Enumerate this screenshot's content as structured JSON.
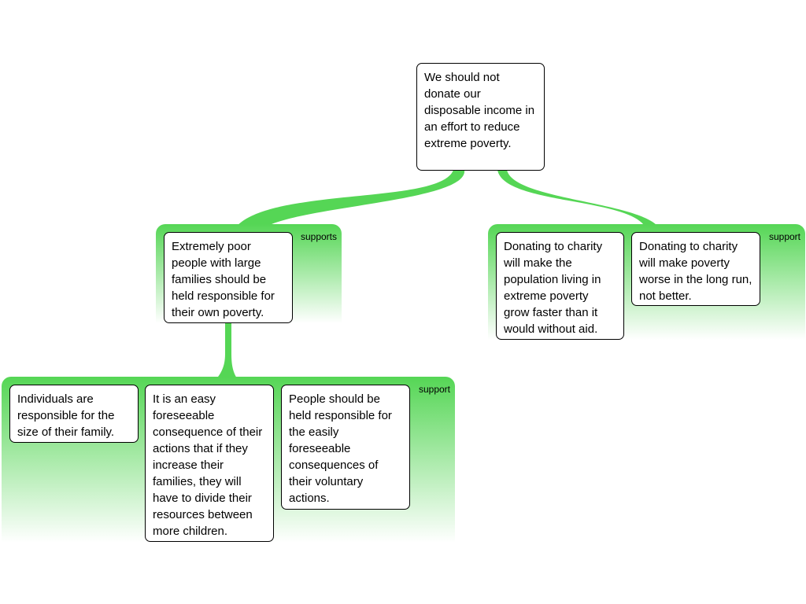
{
  "root": {
    "text": "We should not donate our disposable income in an effort to reduce extreme poverty."
  },
  "groups": [
    {
      "id": "left",
      "label": "supports",
      "premises": [
        "Extremely poor people with large families should be held responsible for their own poverty."
      ]
    },
    {
      "id": "right",
      "label": "support",
      "premises": [
        "Donating to charity will make the population living in extreme poverty grow faster than it would without aid.",
        "Donating to charity will make poverty worse in the long run, not better."
      ]
    },
    {
      "id": "bottom",
      "label": "support",
      "premises": [
        "Individuals are responsible for the size of their family.",
        "It is an easy foreseeable consequence of their actions that if they increase their families, they will have to divide their resources between more children.",
        "People should be held responsible for the easily foreseeable consequences of their voluntary actions."
      ]
    }
  ],
  "colors": {
    "connector": "#55d655",
    "group_top": "#55d655",
    "group_bottom": "#ffffff"
  }
}
